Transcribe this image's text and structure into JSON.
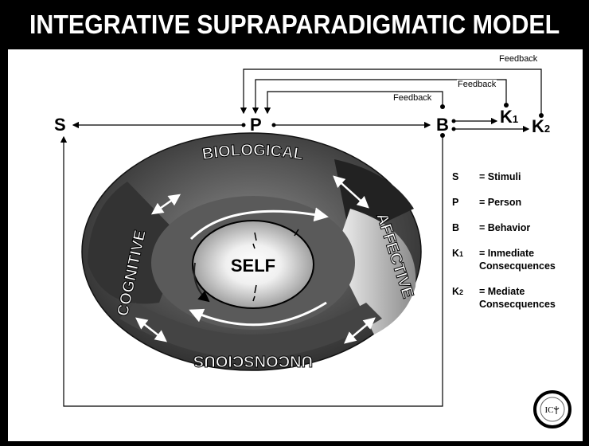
{
  "title": "INTEGRATIVE SUPRAPARADIGMATIC MODEL",
  "nodes": {
    "s": "S",
    "p": "P",
    "b": "B",
    "k1": "K",
    "k1_sub": "1",
    "k2": "K",
    "k2_sub": "2"
  },
  "feedback": [
    "Feedback",
    "Feedback",
    "Feedback"
  ],
  "ellipse": {
    "biological": "BIOLOGICAL",
    "affective": "AFFECTIVE",
    "unconscious": "UNCONSCIOUS",
    "cognitive": "COGNITIVE",
    "self": "SELF"
  },
  "legend": [
    {
      "key": "S",
      "sub": "",
      "value": "= Stimuli"
    },
    {
      "key": "P",
      "sub": "",
      "value": "= Person"
    },
    {
      "key": "B",
      "sub": "",
      "value": "= Behavior"
    },
    {
      "key": "K",
      "sub": "1",
      "value": "= Inmediate Consecquences"
    },
    {
      "key": "K",
      "sub": "2",
      "value": "= Mediate Consecquences"
    }
  ],
  "logo_text": "IC",
  "colors": {
    "banner": "#000000",
    "panel": "#ffffff"
  }
}
